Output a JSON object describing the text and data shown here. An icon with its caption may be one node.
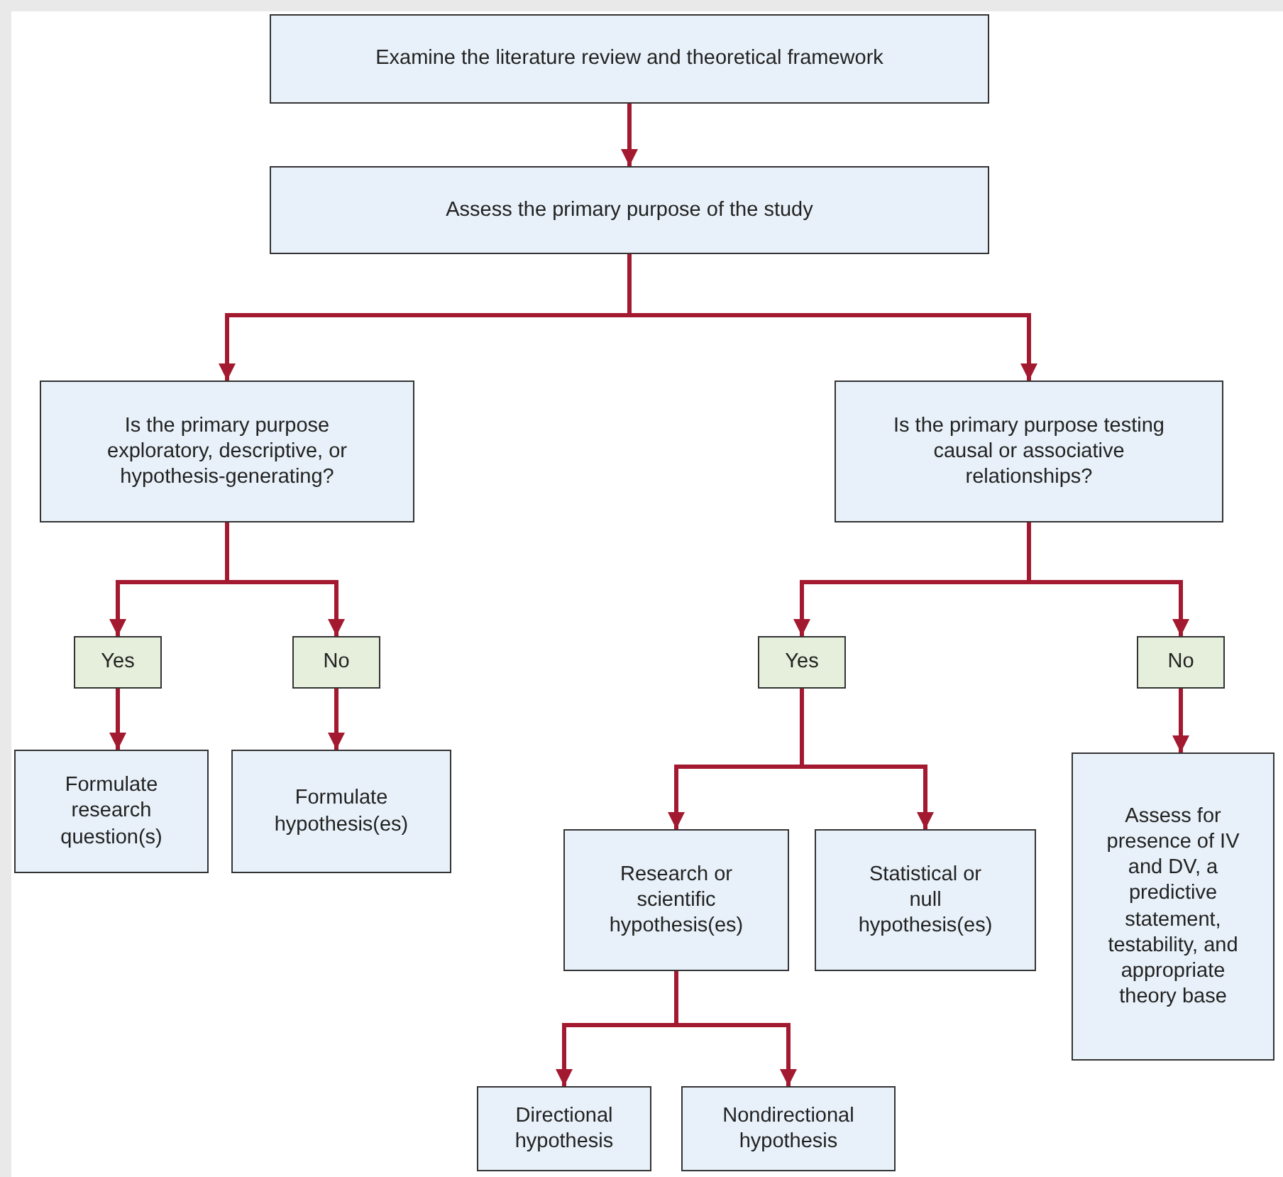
{
  "diagram": {
    "nodes": [
      {
        "text": [
          "Examine the literature review and theoretical framework"
        ]
      },
      {
        "text": [
          "Assess the primary purpose of the study"
        ]
      },
      {
        "text": [
          "Is the primary purpose exploratory, descriptive, or hypothesis-generating?"
        ]
      },
      {
        "text": [
          "Is the primary purpose testing causal or associative relationships?"
        ]
      },
      {
        "text": [
          "Yes"
        ]
      },
      {
        "text": [
          "No"
        ]
      },
      {
        "text": [
          "Yes"
        ]
      },
      {
        "text": [
          "No"
        ]
      },
      {
        "text": [
          "Formulate research question(s)"
        ]
      },
      {
        "text": [
          "Formulate hypothesis(es)"
        ]
      },
      {
        "text": [
          "Research or scientific hypothesis(es)"
        ]
      },
      {
        "text": [
          "Statistical or null hypothesis(es)"
        ]
      },
      {
        "text": [
          "Assess for presence of IV and DV, a predictive statement, testability, and appropriate theory base"
        ]
      },
      {
        "text": [
          "Directional hypothesis"
        ]
      },
      {
        "text": [
          "Nondirectional hypothesis"
        ]
      }
    ],
    "edges": [
      {
        "from": 0,
        "to": 1,
        "arrow": "to"
      },
      {
        "from": 1,
        "to": 2,
        "arrow": "to"
      },
      {
        "from": 1,
        "to": 3,
        "arrow": "to"
      },
      {
        "from": 2,
        "to": 4,
        "arrow": "to"
      },
      {
        "from": 2,
        "to": 5,
        "arrow": "to"
      },
      {
        "from": 3,
        "to": 6,
        "arrow": "to"
      },
      {
        "from": 3,
        "to": 7,
        "arrow": "to"
      },
      {
        "from": 4,
        "to": 8,
        "arrow": "to"
      },
      {
        "from": 5,
        "to": 9,
        "arrow": "to"
      },
      {
        "from": 6,
        "to": 10,
        "arrow": "to"
      },
      {
        "from": 6,
        "to": 11,
        "arrow": "to"
      },
      {
        "from": 7,
        "to": 12,
        "arrow": "to"
      },
      {
        "from": 10,
        "to": 13,
        "arrow": "to"
      },
      {
        "from": 10,
        "to": 14,
        "arrow": "to"
      }
    ]
  }
}
